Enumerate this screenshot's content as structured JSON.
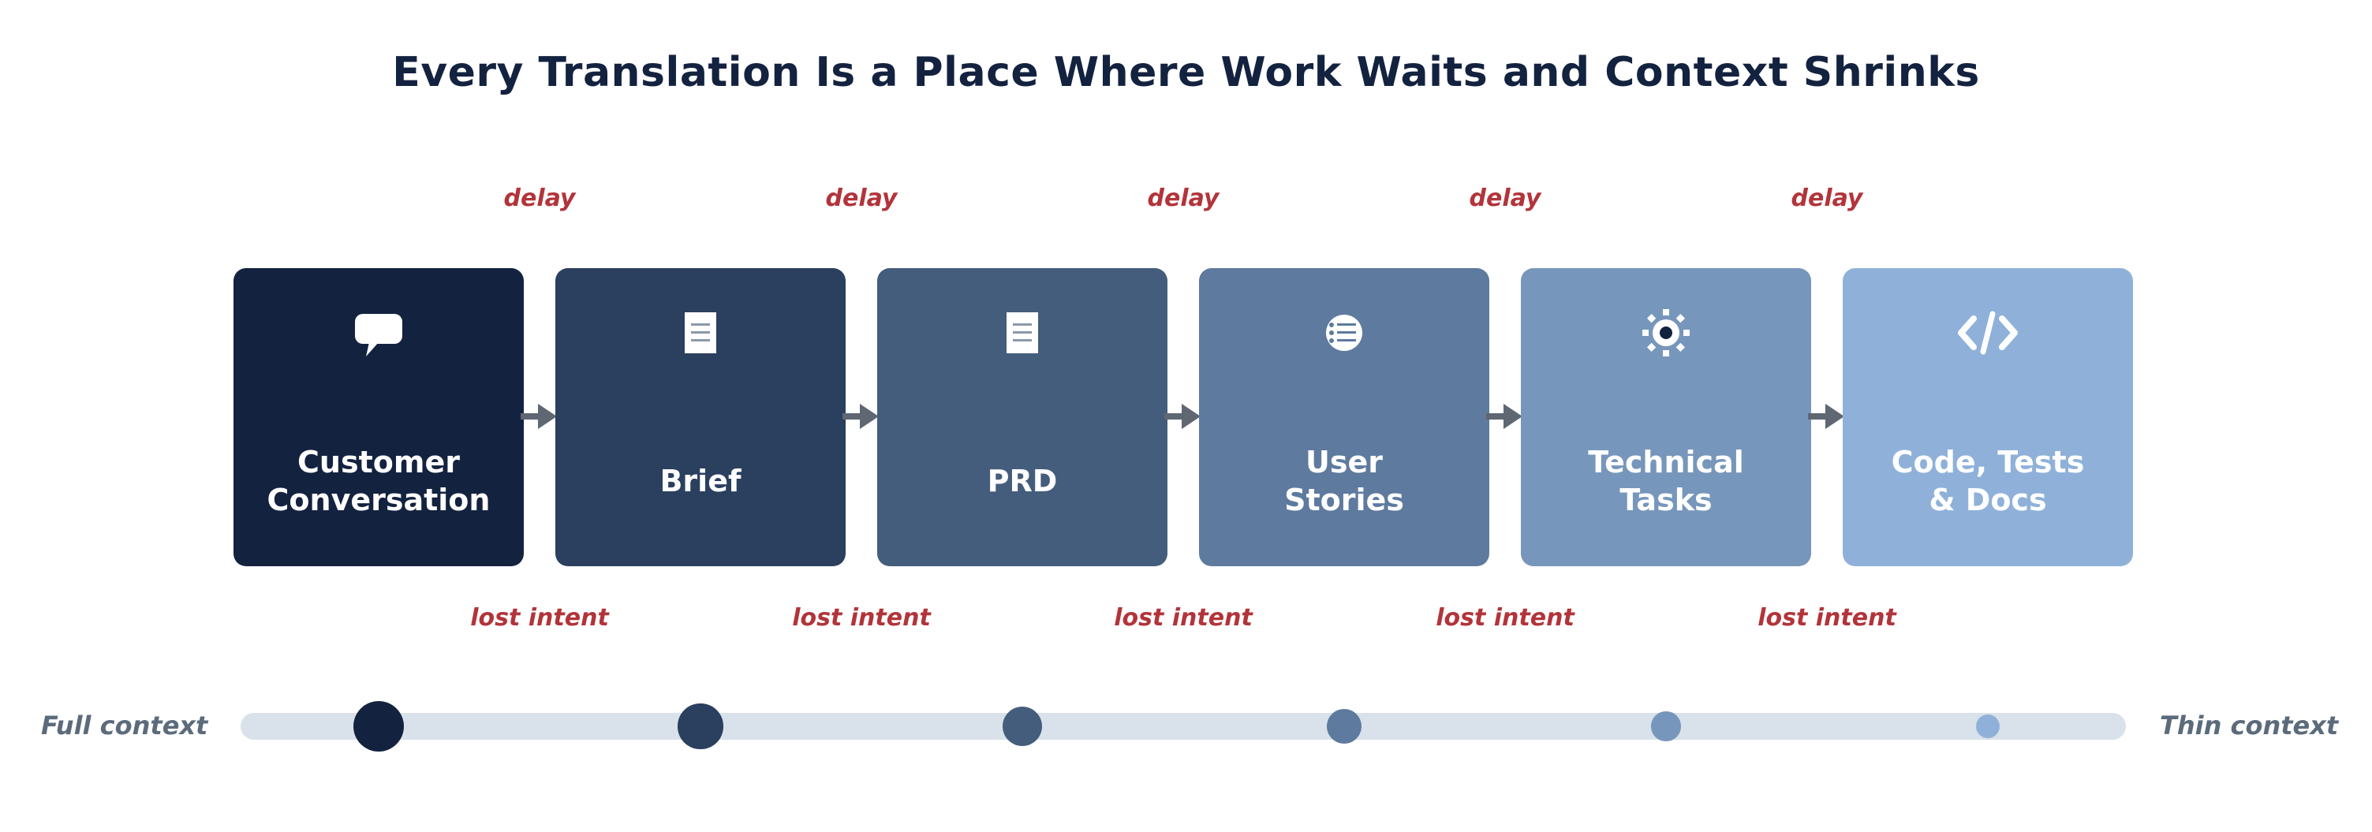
{
  "title": "Every Translation Is a Place Where Work Waits and Context Shrinks",
  "stages": [
    {
      "label": "Customer\nConversation",
      "icon": "speech-bubble-icon",
      "color": "#13223f"
    },
    {
      "label": "Brief",
      "icon": "document-icon",
      "color": "#2b3f5f"
    },
    {
      "label": "PRD",
      "icon": "document-icon",
      "color": "#455d7c"
    },
    {
      "label": "User\nStories",
      "icon": "list-icon",
      "color": "#5e7a9e"
    },
    {
      "label": "Technical\nTasks",
      "icon": "gear-icon",
      "color": "#7796bb"
    },
    {
      "label": "Code, Tests\n& Docs",
      "icon": "code-icon",
      "color": "#8fb1d9"
    }
  ],
  "delay_labels": [
    "delay",
    "delay",
    "delay",
    "delay",
    "delay"
  ],
  "lost_labels": [
    "lost intent",
    "lost intent",
    "lost intent",
    "lost intent",
    "lost intent"
  ],
  "context_scale": {
    "left_label": "Full context",
    "right_label": "Thin context",
    "levels": [
      1.0,
      0.83,
      0.67,
      0.5,
      0.33,
      0.17
    ]
  },
  "colors": {
    "title": "#13223f",
    "annotation": "#b2343a",
    "arrow": "#5f6773",
    "track": "#d9e1ea",
    "context_label": "#5c6b7c"
  }
}
